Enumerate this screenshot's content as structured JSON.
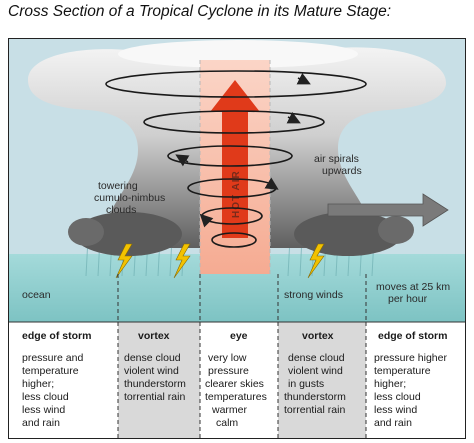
{
  "title": "Cross Section of a Tropical Cyclone in its Mature Stage:",
  "labels": {
    "hot_air": "HOT AIR",
    "air_spirals": [
      "air spirals",
      "upwards"
    ],
    "towering": [
      "towering",
      "cumulo-nimbus",
      "clouds"
    ],
    "ocean": "ocean",
    "strong_winds": "strong winds",
    "moves": [
      "moves at 25 km",
      "per hour"
    ]
  },
  "zones": [
    {
      "header": "edge of storm",
      "lines": [
        "pressure and",
        "temperature",
        "higher;",
        "less cloud",
        "less wind",
        "and rain"
      ]
    },
    {
      "header": "vortex",
      "lines": [
        "dense cloud",
        "violent wind",
        "thunderstorm",
        "torrential rain"
      ]
    },
    {
      "header": "eye",
      "lines": [
        "very low",
        "pressure",
        "clearer skies",
        "temperatures",
        "warmer",
        "calm"
      ]
    },
    {
      "header": "vortex",
      "lines": [
        "dense cloud",
        "violent wind",
        "in gusts",
        "thunderstorm",
        "torrential rain"
      ]
    },
    {
      "header": "edge of storm",
      "lines": [
        "pressure higher",
        "temperature",
        "higher;",
        "less cloud",
        "less wind",
        "and rain"
      ]
    }
  ],
  "colors": {
    "sky": "#c8dfe6",
    "ocean": "#8fcfcf",
    "hot_air_column": "#f7b9a2",
    "hot_air_arrow": "#e03a1a",
    "cloud_light": "#f0f0f0",
    "cloud_dark": "#6e6e6e",
    "zone_shaded": "#d9d9d9",
    "lightning": "#f2c200"
  },
  "icons": [
    "lightning-icon",
    "spiral-arrow-icon",
    "movement-arrow-icon"
  ]
}
